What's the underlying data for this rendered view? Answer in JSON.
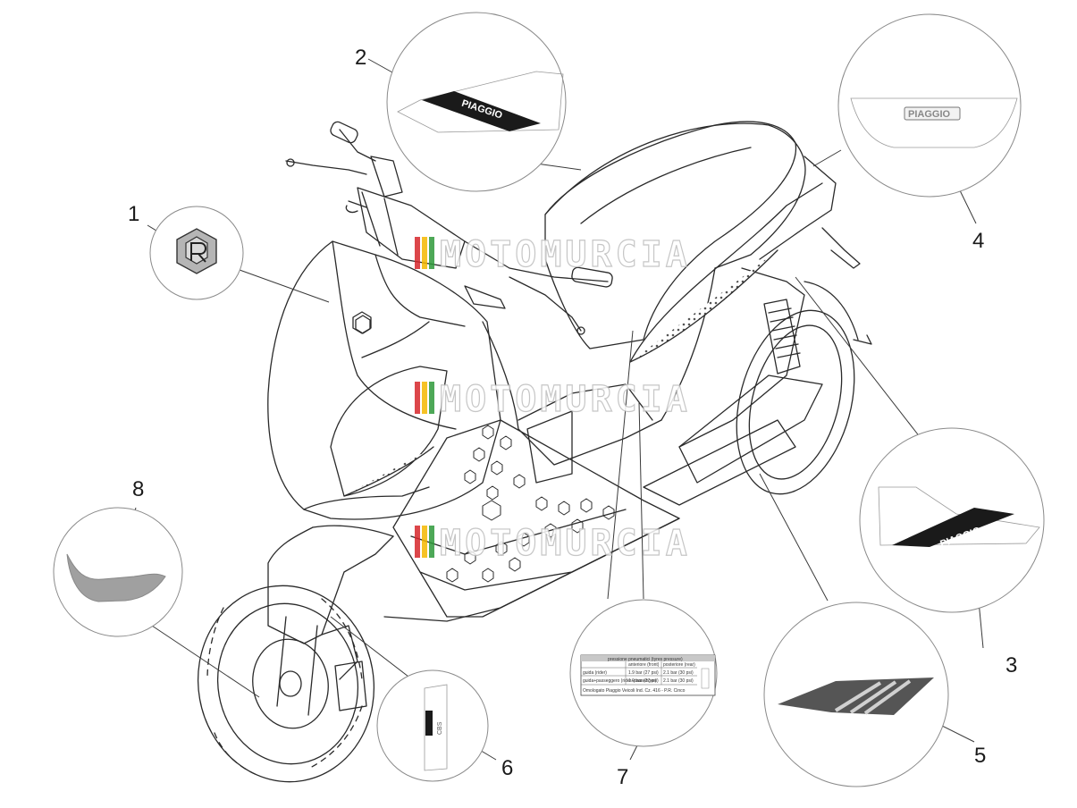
{
  "callouts": {
    "c1": "1",
    "c2": "2",
    "c3": "3",
    "c4": "4",
    "c5": "5",
    "c6": "6",
    "c7": "7",
    "c8": "8"
  },
  "decals": {
    "brand_logo": "PIAGGIO",
    "brand_logo_stripe_left": "PIAGGIO",
    "brand_logo_stripe_right": "PIAGGIO",
    "fork_badge": "CBS"
  },
  "tyre_label": {
    "title": "pressione pneumatici (tyres pressure)",
    "col_front": "anteriore (front)",
    "col_rear": "posteriore (rear)",
    "row1_label": "guida (rider)",
    "row1_front": "1.9 bar (27 psi)",
    "row1_rear": "2.1 bar (30 psi)",
    "row2_label": "guida+passeggero (rider+passenger)",
    "row2_front": "1.9 bar (27 psi)",
    "row2_rear": "2.1 bar (30 psi)",
    "footer": "Omologato Piaggio Veicoli Ind. Cz. 416 - P.R. Cinco"
  },
  "watermark": {
    "text": "MOTOMURCIA",
    "colors": [
      "#d6262b",
      "#f5b800",
      "#2e9a3a"
    ]
  },
  "colors": {
    "line": "#2a2a2a",
    "circle": "#8a8a8a",
    "decal_dark": "#1a1a1a",
    "decal_grey": "#9a9a9a"
  }
}
